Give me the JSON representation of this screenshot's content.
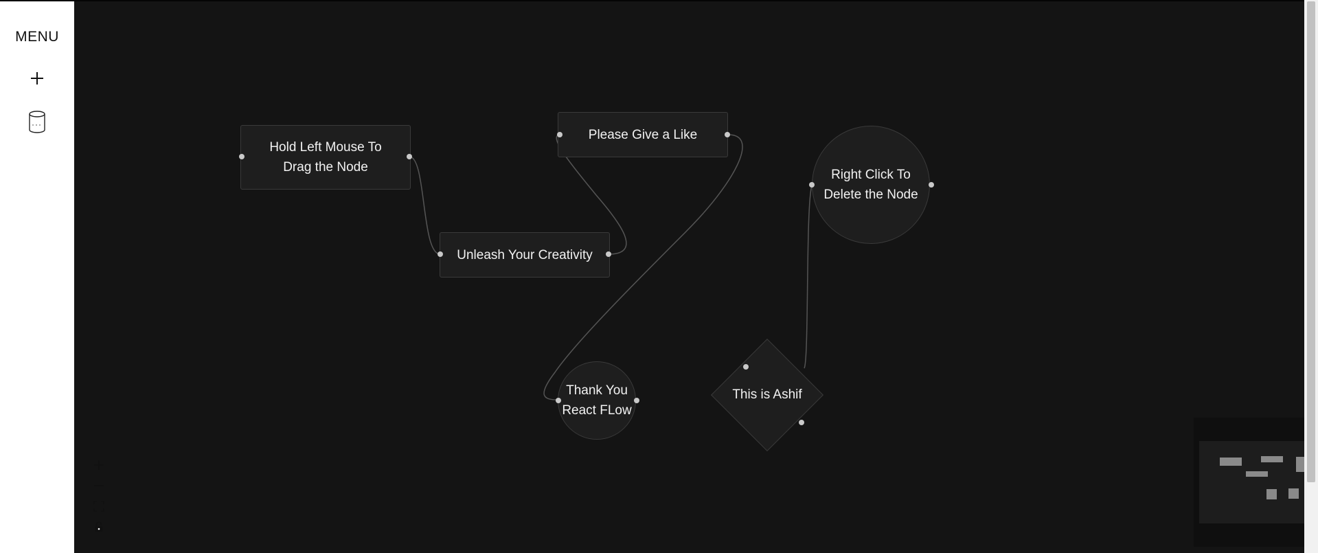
{
  "sidebar": {
    "title": "MENU",
    "add_button_icon": "plus-icon",
    "database_button_icon": "database-icon"
  },
  "nodes": {
    "hold_left": "Hold Left Mouse To\nDrag the Node",
    "please_like": "Please Give a Like",
    "unleash": "Unleash Your Creativity",
    "right_click": "Right Click To\nDelete the Node",
    "thank_you": "Thank You\nReact FLow",
    "this_is": "This is Ashif"
  },
  "controls": {
    "zoom_in_icon": "plus-icon",
    "zoom_out_icon": "minus-icon",
    "fit_view_icon": "fit-view-icon",
    "lock_icon": "lock-icon"
  },
  "colors": {
    "canvas_bg": "#141414",
    "node_bg": "#1e1e1e",
    "node_border": "#3a3a3a",
    "edge": "#555555",
    "handle": "#c9c9c9",
    "sidebar_bg": "#ffffff"
  }
}
